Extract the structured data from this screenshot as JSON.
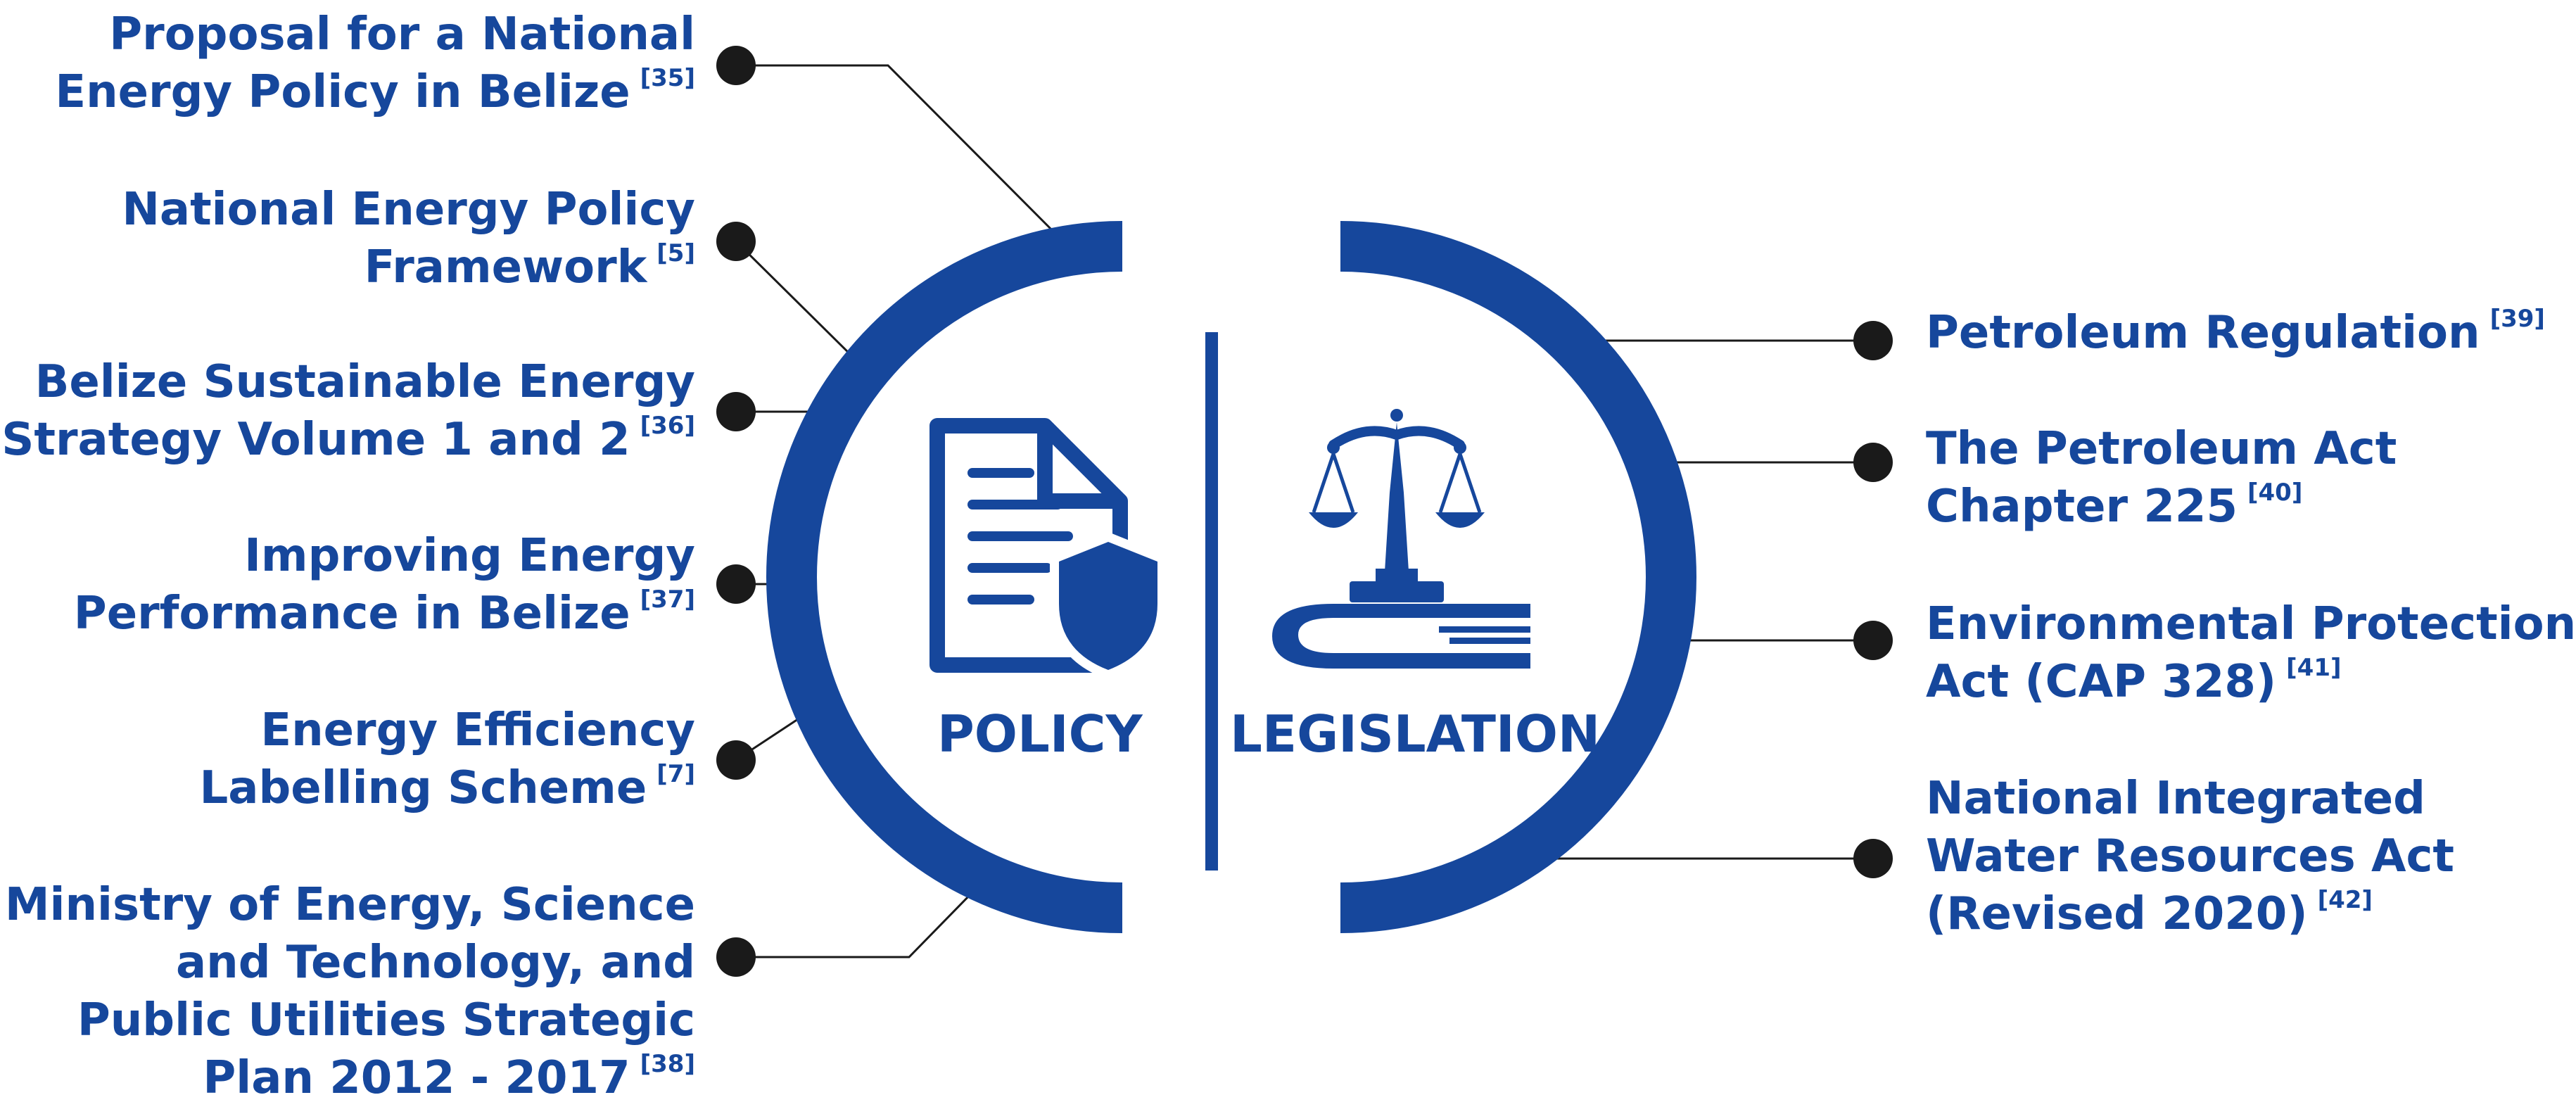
{
  "diagram": {
    "center": {
      "policy_title": "POLICY",
      "legislation_title": "LEGISLATION",
      "policy_icon": "document-shield-icon",
      "legislation_icon": "scales-of-justice-icon"
    },
    "policy_items": [
      {
        "lines": [
          "Proposal for a National",
          "Energy Policy in Belize"
        ],
        "ref": "[35]"
      },
      {
        "lines": [
          "National Energy Policy",
          "Framework"
        ],
        "ref": "[5]"
      },
      {
        "lines": [
          "Belize Sustainable Energy",
          "Strategy Volume 1 and 2"
        ],
        "ref": "[36]"
      },
      {
        "lines": [
          "Improving Energy",
          "Performance in Belize"
        ],
        "ref": "[37]"
      },
      {
        "lines": [
          "Energy Efficiency",
          "Labelling Scheme"
        ],
        "ref": "[7]"
      },
      {
        "lines": [
          "Ministry of Energy, Science",
          "and Technology, and",
          "Public Utilities Strategic",
          "Plan 2012 - 2017"
        ],
        "ref": "[38]"
      }
    ],
    "legislation_items": [
      {
        "lines": [
          "Petroleum Regulation"
        ],
        "ref": "[39]"
      },
      {
        "lines": [
          "The Petroleum Act",
          "Chapter 225"
        ],
        "ref": "[40]"
      },
      {
        "lines": [
          "Environmental Protection",
          "Act (CAP 328)"
        ],
        "ref": "[41]"
      },
      {
        "lines": [
          "National Integrated",
          "Water Resources Act",
          "(Revised 2020)"
        ],
        "ref": "[42]"
      }
    ],
    "colors": {
      "primary": "#16479c",
      "dot": "#1a1a1a",
      "connector": "#1a1a1a"
    }
  }
}
